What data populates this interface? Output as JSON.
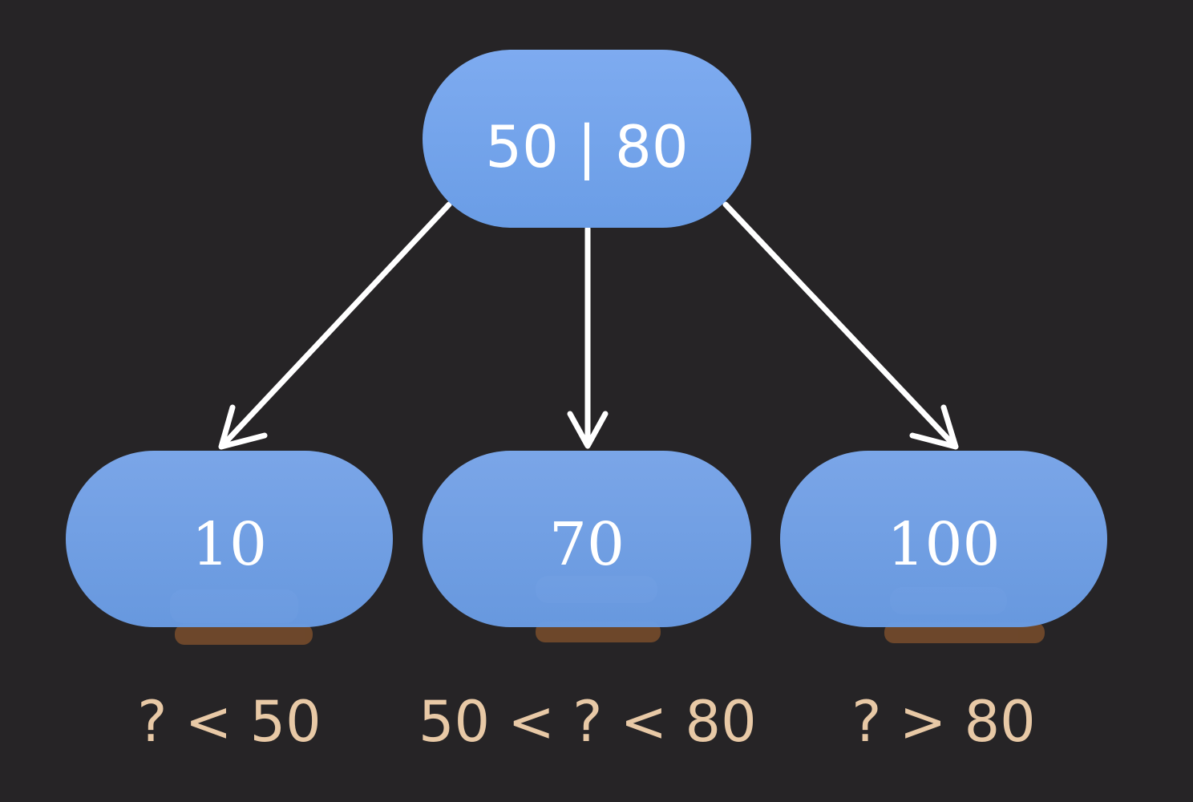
{
  "colors": {
    "background": "#262426",
    "node_fill": "#7ba9ee",
    "node_fill_bottom": "#6a9de6",
    "node_text": "#ffffff",
    "arrow": "#ffffff",
    "label_text": "#e8c9a6",
    "highlight_marks": "#8a5a35"
  },
  "root": {
    "keys": [
      "50",
      "80"
    ],
    "text": "50 | 80"
  },
  "children": [
    {
      "id": "left",
      "key": "10",
      "range": "? < 50"
    },
    {
      "id": "middle",
      "key": "70",
      "range": "50 < ? < 80"
    },
    {
      "id": "right",
      "key": "100",
      "range": "? > 80"
    }
  ]
}
